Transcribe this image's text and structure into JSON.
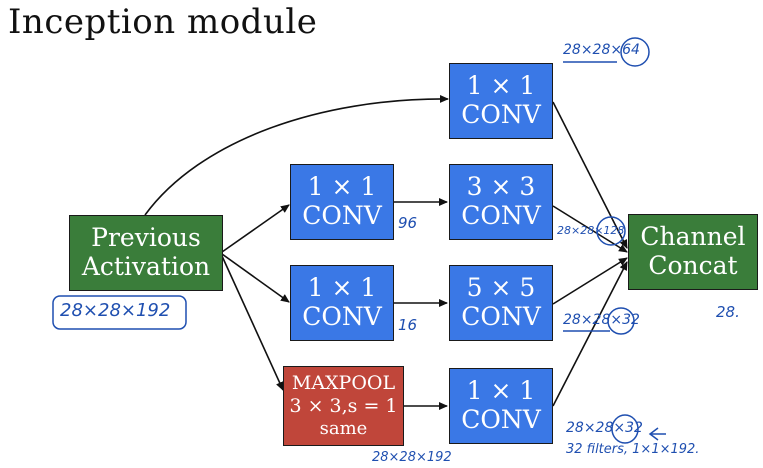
{
  "title": "Inception module",
  "blocks": {
    "previous": {
      "line1": "Previous",
      "line2": "Activation"
    },
    "conv_1x1_top": {
      "line1": "1 × 1",
      "line2": "CONV"
    },
    "conv_1x1_b": {
      "line1": "1 × 1",
      "line2": "CONV"
    },
    "conv_1x1_c": {
      "line1": "1 × 1",
      "line2": "CONV"
    },
    "conv_3x3": {
      "line1": "3 × 3",
      "line2": "CONV"
    },
    "conv_5x5": {
      "line1": "5 × 5",
      "line2": "CONV"
    },
    "maxpool": {
      "line1": "MAXPOOL",
      "line2": "3 × 3,s = 1",
      "line3": "same"
    },
    "conv_1x1_bottom": {
      "line1": "1 × 1",
      "line2": "CONV"
    },
    "concat": {
      "line1": "Channel",
      "line2": "Concat"
    }
  },
  "annotations": {
    "input_dims": "28×28×192",
    "top_out": "28×28×64",
    "n96": "96",
    "n16": "16",
    "mid_out": "28×28×128",
    "five_out": "28×28×32",
    "concat_note": "28.",
    "pool_out": "28×28×192",
    "bottom_out": "28×28×32",
    "filters_note": "32 filters, 1×1×192."
  },
  "colors": {
    "conv": "#3a78e6",
    "activation": "#3a7d3a",
    "maxpool": "#c0463a",
    "ink": "#1f4fb0"
  }
}
